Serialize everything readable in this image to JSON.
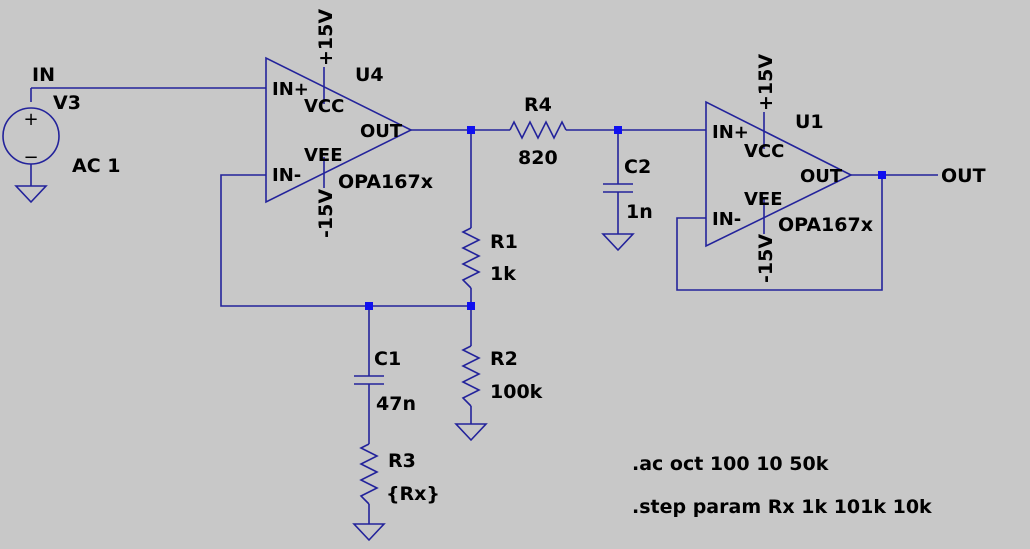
{
  "nets": {
    "input": "IN",
    "output": "OUT",
    "supply_pos": "+15V",
    "supply_neg": "-15V"
  },
  "source": {
    "name": "V3",
    "value": "AC 1",
    "plus_symbol": "+",
    "minus_symbol": "−"
  },
  "opamps": [
    {
      "name": "U4",
      "model": "OPA167x",
      "pin_in_plus": "IN+",
      "pin_in_minus": "IN-",
      "pin_vcc": "VCC",
      "pin_vee": "VEE",
      "pin_out": "OUT"
    },
    {
      "name": "U1",
      "model": "OPA167x",
      "pin_in_plus": "IN+",
      "pin_in_minus": "IN-",
      "pin_vcc": "VCC",
      "pin_vee": "VEE",
      "pin_out": "OUT"
    }
  ],
  "components": {
    "R1": {
      "name": "R1",
      "value": "1k"
    },
    "R2": {
      "name": "R2",
      "value": "100k"
    },
    "R3": {
      "name": "R3",
      "value": "{Rx}"
    },
    "R4": {
      "name": "R4",
      "value": "820"
    },
    "C1": {
      "name": "C1",
      "value": "47n"
    },
    "C2": {
      "name": "C2",
      "value": "1n"
    }
  },
  "directives": [
    ".ac oct 100 10 50k",
    ".step param Rx 1k 101k 10k"
  ]
}
